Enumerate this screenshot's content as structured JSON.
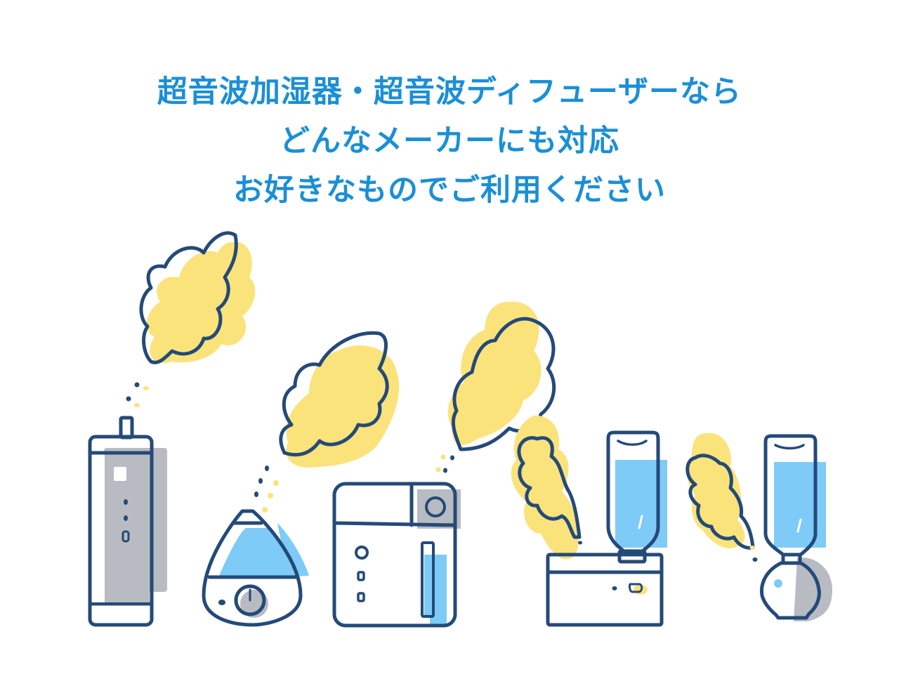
{
  "headline": {
    "lines": [
      "超音波加湿器・超音波ディフューザーなら",
      "どんなメーカーにも対応",
      "お好きなものでご利用ください"
    ]
  },
  "colors": {
    "text": "#1b8fd6",
    "outline": "#244a78",
    "mist": "#fbe37c",
    "water": "#7ecbf7",
    "shadow": "#b8bcc2",
    "background": "#ffffff"
  },
  "illustration": {
    "devices": [
      {
        "name": "tower-humidifier"
      },
      {
        "name": "drop-shaped-humidifier"
      },
      {
        "name": "box-humidifier"
      },
      {
        "name": "bottle-box-diffuser"
      },
      {
        "name": "bottle-ball-diffuser"
      }
    ]
  }
}
